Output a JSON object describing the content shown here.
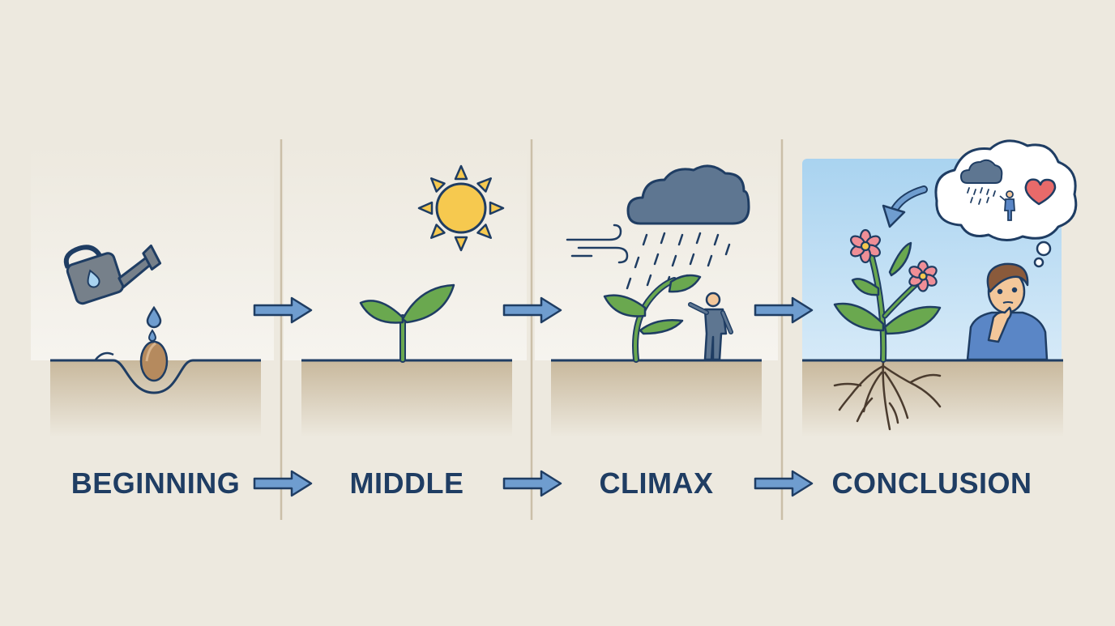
{
  "stages": [
    {
      "label": "BEGINNING"
    },
    {
      "label": "MIDDLE"
    },
    {
      "label": "CLIMAX"
    },
    {
      "label": "CONCLUSION"
    }
  ],
  "colors": {
    "background": "#ede9df",
    "outline": "#1f3d63",
    "label_text": "#1f3d63",
    "arrow": "#6f9dcf",
    "leaf": "#6aa84f",
    "soil": "#c8b89c",
    "sky": "#a9d3f0",
    "sun": "#f6c94f",
    "cloud": "#5e7691",
    "flower": "#ef8e96"
  }
}
